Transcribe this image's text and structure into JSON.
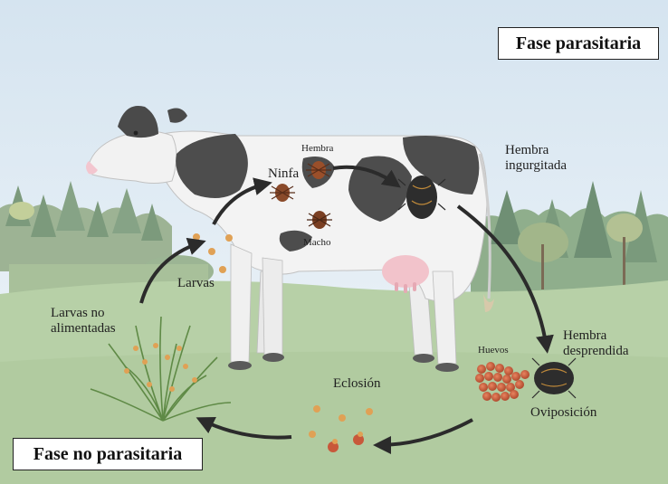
{
  "title_parasitic": "Fase parasitaria",
  "title_non_parasitic": "Fase no parasitaria",
  "labels": {
    "hembra": "Hembra",
    "ninfa": "Ninfa",
    "macho": "Macho",
    "hembra_ingurgitada": "Hembra\ningurgitada",
    "larvas": "Larvas",
    "larvas_no_alimentadas": "Larvas no\nalimentadas",
    "hembra_desprendida": "Hembra\ndesprendida",
    "huevos": "Huevos",
    "eclosion": "Eclosión",
    "oviposicion": "Oviposición"
  },
  "colors": {
    "sky_top": "#d7e6f1",
    "sky_bottom": "#eef4f8",
    "ground": "#b5cfa4",
    "tree_dark": "#7e9b7e",
    "tree_light": "#a7be98",
    "cow_body": "#f4f4f4",
    "cow_spot": "#4a4a4a",
    "udder": "#f2c3cb",
    "tick_brown": "#8a4a2a",
    "tick_orange": "#e0a155",
    "engorged_tick": "#2d2d2d",
    "eggs": "#c8583a",
    "arrow": "#2b2b2b"
  }
}
